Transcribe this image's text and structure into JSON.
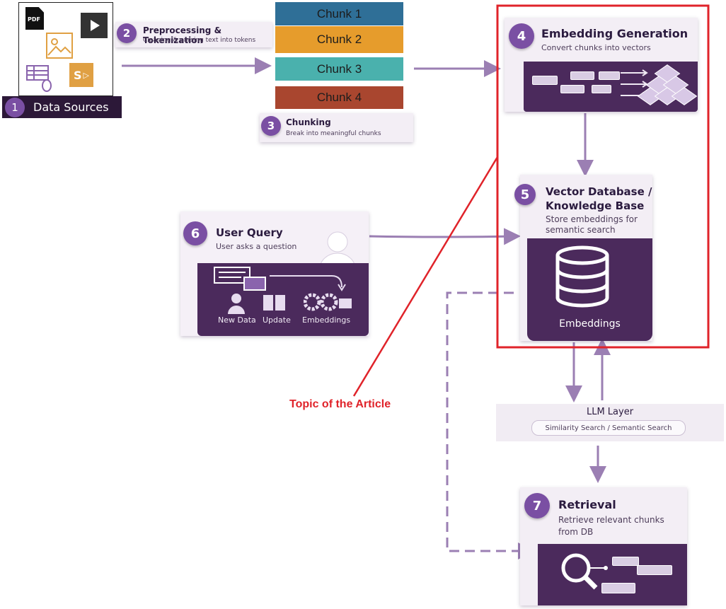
{
  "sources": {
    "label_number": "1",
    "label": "Data Sources",
    "pdf_label": "PDF",
    "sharepoint_label": "S"
  },
  "step2": {
    "number": "2",
    "title": "Preprocessing & Tokenization",
    "subtitle": "Cleaning & parsing text into tokens"
  },
  "chunks": [
    {
      "label": "Chunk 1",
      "color": "#2f6f97"
    },
    {
      "label": "Chunk 2",
      "color": "#e69c2c"
    },
    {
      "label": "Chunk 3",
      "color": "#4ab1ad"
    },
    {
      "label": "Chunk 4",
      "color": "#a9462f"
    }
  ],
  "step3": {
    "number": "3",
    "title": "Chunking",
    "subtitle": "Break into meaningful chunks"
  },
  "step4": {
    "number": "4",
    "title": "Embedding Generation",
    "subtitle": "Convert chunks into vectors"
  },
  "step5": {
    "number": "5",
    "title_line1": "Vector Database /",
    "title_line2": "Knowledge Base",
    "subtitle_line1": "Store embeddings for",
    "subtitle_line2": "semantic search",
    "db_label": "Embeddings"
  },
  "step6": {
    "number": "6",
    "title": "User Query",
    "subtitle": "User asks a question",
    "icons": [
      "New Data",
      "Update",
      "Embeddings"
    ]
  },
  "llm": {
    "title": "LLM Layer",
    "subtitle": "Similarity Search / Semantic Search"
  },
  "step7": {
    "number": "7",
    "title": "Retrieval",
    "subtitle_line1": "Retrieve relevant chunks",
    "subtitle_line2": "from DB"
  },
  "annotation": {
    "text": "Topic of the Article",
    "color": "#e0232a"
  },
  "colors": {
    "arrow": "#9b7fb3",
    "card_dark": "#4b2a5c",
    "badge": "#7a4fa3",
    "highlight_box": "#e0232a"
  }
}
